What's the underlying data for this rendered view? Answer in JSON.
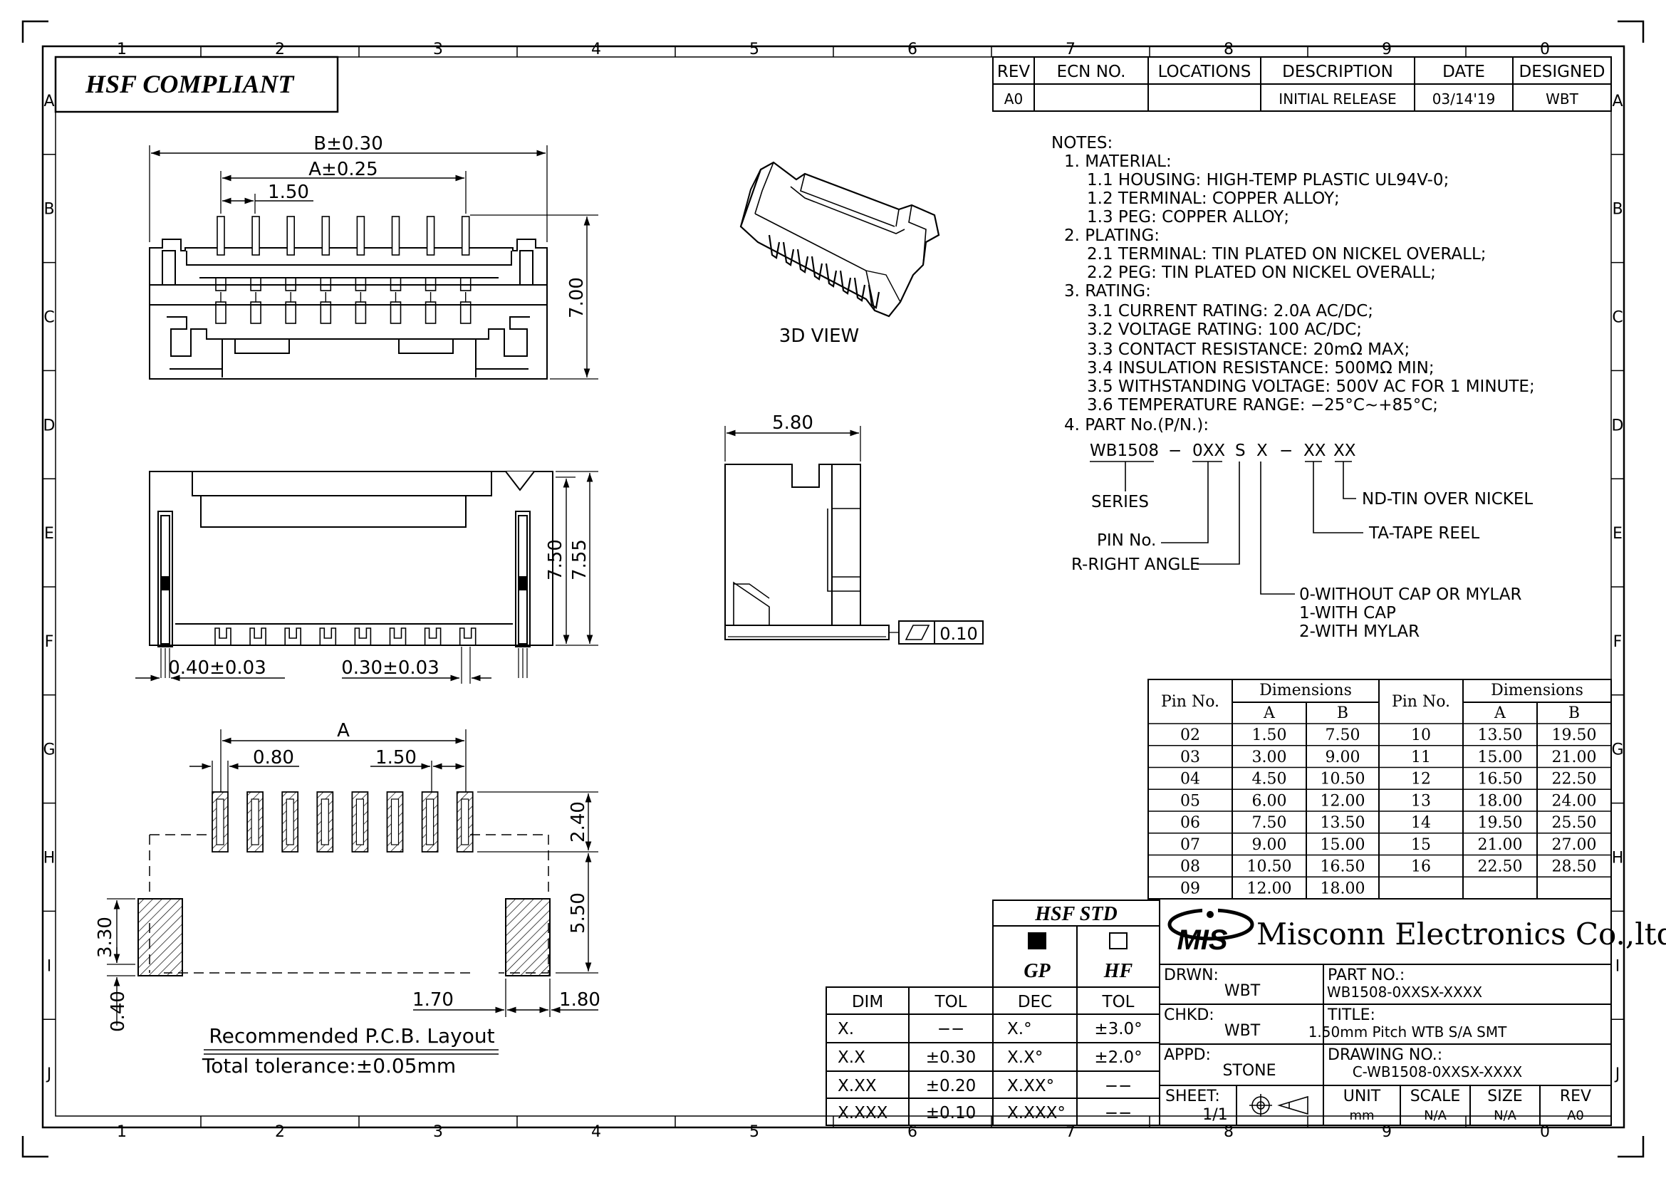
{
  "header": {
    "hsf_compliant": "HSF  COMPLIANT",
    "rev_table": {
      "headers": [
        "REV",
        "ECN  NO.",
        "LOCATIONS",
        "DESCRIPTION",
        "DATE",
        "DESIGNED"
      ],
      "rows": [
        [
          "A0",
          "",
          "",
          "INITIAL  RELEASE",
          "03/14'19",
          "WBT"
        ]
      ]
    }
  },
  "zones": {
    "columns": [
      "1",
      "2",
      "3",
      "4",
      "5",
      "6",
      "7",
      "8",
      "9",
      "0"
    ],
    "rows": [
      "A",
      "B",
      "C",
      "D",
      "E",
      "F",
      "G",
      "H",
      "I",
      "J"
    ]
  },
  "views": {
    "top_dims": [
      "B±0.30",
      "A±0.25",
      "1.50",
      "7.00"
    ],
    "front_dims": [
      "7.50",
      "7.55",
      "0.40±0.03",
      "0.30±0.03"
    ],
    "view3d_label": "3D  VIEW",
    "side_dims": [
      "5.80",
      "0.10"
    ],
    "pcb_dims": [
      "A",
      "0.80",
      "1.50",
      "2.40",
      "5.50",
      "3.30",
      "0.40",
      "1.70",
      "1.80"
    ],
    "pcb_title": "Recommended  P.C.B.  Layout",
    "pcb_tolerance": "Total  tolerance:±0.05mm"
  },
  "notes": {
    "lines": [
      "NOTES:",
      "1.  MATERIAL:",
      "1.1  HOUSING:  HIGH-TEMP  PLASTIC  UL94V-0;",
      "1.2  TERMINAL:  COPPER  ALLOY;",
      "1.3  PEG:  COPPER  ALLOY;",
      "2.  PLATING:",
      "2.1  TERMINAL:  TIN  PLATED  ON  NICKEL  OVERALL;",
      "2.2  PEG:  TIN  PLATED  ON  NICKEL  OVERALL;",
      "3.  RATING:",
      "3.1  CURRENT  RATING:  2.0A  AC/DC;",
      "3.2  VOLTAGE  RATING:  100  AC/DC;",
      "3.3  CONTACT  RESISTANCE:  20mΩ  MAX;",
      "3.4  INSULATION  RESISTANCE:  500MΩ  MIN;",
      "3.5  WITHSTANDING  VOLTAGE:  500V  AC  FOR  1  MINUTE;",
      "3.6  TEMPERATURE  RANGE:  −25°C~+85°C;",
      "4.  PART  No.(P/N.):"
    ],
    "pn": {
      "series": "WB1508",
      "dash1": "−",
      "pins": "0XX",
      "s": "S",
      "x": "X",
      "dash2": "−",
      "xx1": "XX",
      "xx2": "XX",
      "label_series": "SERIES",
      "label_pin": "PIN  No.",
      "label_right": "R-RIGHT  ANGLE",
      "label_nd": "ND-TIN  OVER  NICKEL",
      "label_ta": "TA-TAPE  REEL",
      "label_opts": [
        "0-WITHOUT  CAP  OR  MYLAR",
        "1-WITH  CAP",
        "2-WITH  MYLAR"
      ]
    }
  },
  "dim_table": {
    "pin_header": "Pin No.",
    "dim_header": "Dimensions",
    "a": "A",
    "b": "B",
    "left": [
      [
        "02",
        "1.50",
        "7.50"
      ],
      [
        "03",
        "3.00",
        "9.00"
      ],
      [
        "04",
        "4.50",
        "10.50"
      ],
      [
        "05",
        "6.00",
        "12.00"
      ],
      [
        "06",
        "7.50",
        "13.50"
      ],
      [
        "07",
        "9.00",
        "15.00"
      ],
      [
        "08",
        "10.50",
        "16.50"
      ],
      [
        "09",
        "12.00",
        "18.00"
      ]
    ],
    "right": [
      [
        "10",
        "13.50",
        "19.50"
      ],
      [
        "11",
        "15.00",
        "21.00"
      ],
      [
        "12",
        "16.50",
        "22.50"
      ],
      [
        "13",
        "18.00",
        "24.00"
      ],
      [
        "14",
        "19.50",
        "25.50"
      ],
      [
        "15",
        "21.00",
        "27.00"
      ],
      [
        "16",
        "22.50",
        "28.50"
      ],
      [
        "",
        "",
        ""
      ]
    ]
  },
  "tol_table": {
    "headers": [
      "DIM",
      "TOL",
      "DEC",
      "TOL"
    ],
    "rows": [
      [
        "X.",
        "−−",
        "X.°",
        "±3.0°"
      ],
      [
        "X.X",
        "±0.30",
        "X.X°",
        "±2.0°"
      ],
      [
        "X.XX",
        "±0.20",
        "X.XX°",
        "−−"
      ],
      [
        "X.XXX",
        "±0.10",
        "X.XXX°",
        "−−"
      ]
    ]
  },
  "hsf": {
    "title": "HSF  STD",
    "gp": "GP",
    "hf": "HF"
  },
  "title_block": {
    "logo": "MIS",
    "company": "Misconn Electronics Co.,ltd.",
    "drwn_label": "DRWN:",
    "drwn": "WBT",
    "chkd_label": "CHKD:",
    "chkd": "WBT",
    "appd_label": "APPD:",
    "appd": "STONE",
    "part_label": "PART  NO.:",
    "part": "WB1508-0XXSX-XXXX",
    "title_label": "TITLE:",
    "title": "1.50mm  Pitch  WTB  S/A  SMT",
    "drawing_label": "DRAWING  NO.:",
    "drawing": "C-WB1508-0XXSX-XXXX",
    "sheet_label": "SHEET:",
    "sheet": "1/1",
    "unit_label": "UNIT",
    "unit": "mm",
    "scale_label": "SCALE",
    "scale": "N/A",
    "size_label": "SIZE",
    "size": "N/A",
    "rev_label": "REV",
    "rev": "A0"
  }
}
